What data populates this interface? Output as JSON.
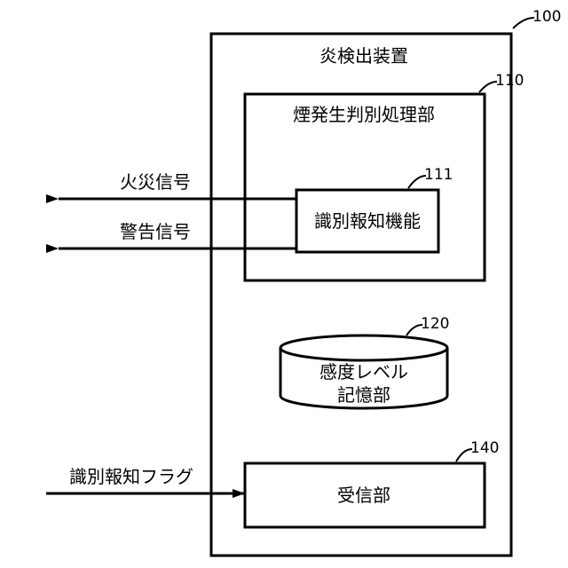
{
  "device": {
    "title": "炎検出装置",
    "ref": "100"
  },
  "smoke_unit": {
    "title": "煙発生判別処理部",
    "ref": "110"
  },
  "id_function": {
    "title": "識別報知機能",
    "ref": "111"
  },
  "storage": {
    "line1": "感度レベル",
    "line2": "記憶部",
    "ref": "120"
  },
  "receiver": {
    "title": "受信部",
    "ref": "140"
  },
  "signals": {
    "fire": "火災信号",
    "warning": "警告信号",
    "id_flag": "識別報知フラグ"
  }
}
